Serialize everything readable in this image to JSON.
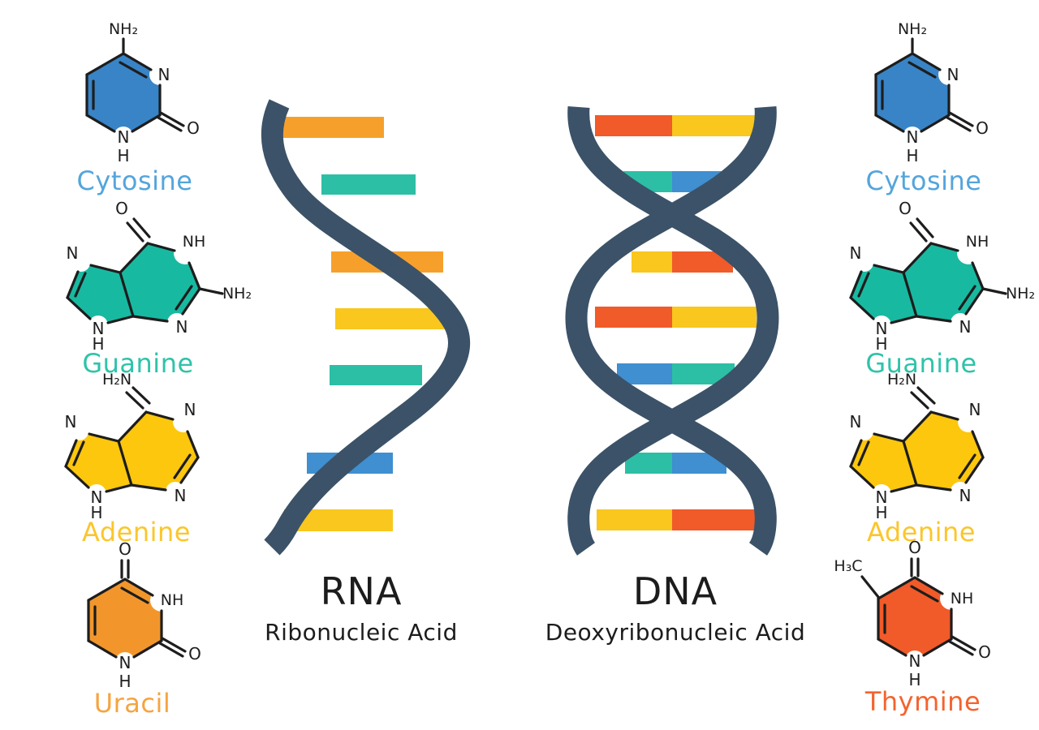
{
  "figure": {
    "rna": {
      "title": "RNA",
      "subtitle": "Ribonucleic Acid"
    },
    "dna": {
      "title": "DNA",
      "subtitle": "Deoxyribonucleic Acid"
    }
  },
  "palette": {
    "strand": "#3B5268",
    "orange": "#F6A02B",
    "teal": "#2CBFA5",
    "yellow": "#F9C71D",
    "blue": "#3F8FD1",
    "red_orange": "#F15A29",
    "bond": "#1D1D1D"
  },
  "rna_bars": [
    {
      "color": "#F6A02B"
    },
    {
      "color": "#2CBFA5"
    },
    {
      "color": "#F6A02B"
    },
    {
      "color": "#F9C71D"
    },
    {
      "color": "#2CBFA5"
    },
    {
      "color": "#3F8FD1"
    },
    {
      "color": "#F9C71D"
    }
  ],
  "dna_bars": [
    {
      "left": "#F15A29",
      "right": "#F9C71D"
    },
    {
      "left": "#2CBFA5",
      "right": "#3F8FD1"
    },
    {
      "left": "#F9C71D",
      "right": "#F15A29"
    },
    {
      "left": "#F15A29",
      "right": "#F9C71D"
    },
    {
      "left": "#3F8FD1",
      "right": "#2CBFA5"
    },
    {
      "left": "#2CBFA5",
      "right": "#3F8FD1"
    },
    {
      "left": "#F9C71D",
      "right": "#F15A29"
    }
  ],
  "molecules": {
    "cytosine": {
      "name": "Cytosine",
      "fill": "#3884C6",
      "label_color": "#54A5DC",
      "atoms": {
        "amine": "NH₂",
        "n_right": "N",
        "o_right": "O",
        "n_bottom": "N",
        "h_bottom": "H"
      }
    },
    "guanine": {
      "name": "Guanine",
      "fill": "#18B9A1",
      "label_color": "#2EC3AA",
      "atoms": {
        "o_top": "O",
        "nh_top": "NH",
        "amine": "NH₂",
        "n_bottom": "N",
        "n_left": "N",
        "n_bh": "N",
        "h_bottom": "H"
      }
    },
    "adenine": {
      "name": "Adenine",
      "fill": "#FCC70D",
      "label_color": "#FBC62C",
      "atoms": {
        "amine": "H₂N",
        "n_top": "N",
        "n_right": "N",
        "n_left": "N",
        "n_bh": "N",
        "h_bottom": "H"
      }
    },
    "uracil": {
      "name": "Uracil",
      "fill": "#F2962C",
      "label_color": "#F5A441",
      "atoms": {
        "o_top": "O",
        "nh_right": "NH",
        "o_right": "O",
        "n_bottom": "N",
        "h_bottom": "H"
      }
    },
    "thymine": {
      "name": "Thymine",
      "fill": "#F15A29",
      "label_color": "#F4632E",
      "atoms": {
        "methyl": "H₃C",
        "o_top": "O",
        "nh_right": "NH",
        "o_right": "O",
        "n_bottom": "N",
        "h_bottom": "H"
      }
    }
  }
}
